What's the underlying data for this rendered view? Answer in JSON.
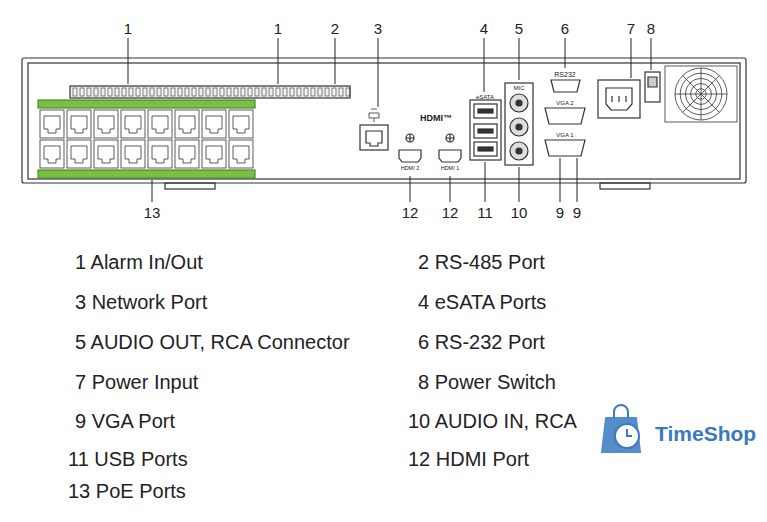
{
  "diagram": {
    "labels": [
      "1",
      "1",
      "2",
      "3",
      "4",
      "5",
      "6",
      "7",
      "8",
      "13",
      "12",
      "12",
      "11",
      "10",
      "9",
      "9",
      "HDMI™",
      "eSATA",
      "MIC",
      "RS232",
      "VGA 2",
      "VGA 1",
      "HDMI 2",
      "HDMI 1",
      "1 Alarm In/Out",
      "2 RS-485 Port",
      "3 Network Port",
      "4 eSATA Ports",
      "5 AUDIO OUT, RCA Connector",
      "6 RS-232 Port",
      "7 Power Input",
      "8 Power Switch",
      "9 VGA Port",
      "10 AUDIO IN, RCA",
      "11 USB Ports",
      "12 HDMI Port",
      "13 PoE Ports",
      "TimeShop"
    ]
  }
}
